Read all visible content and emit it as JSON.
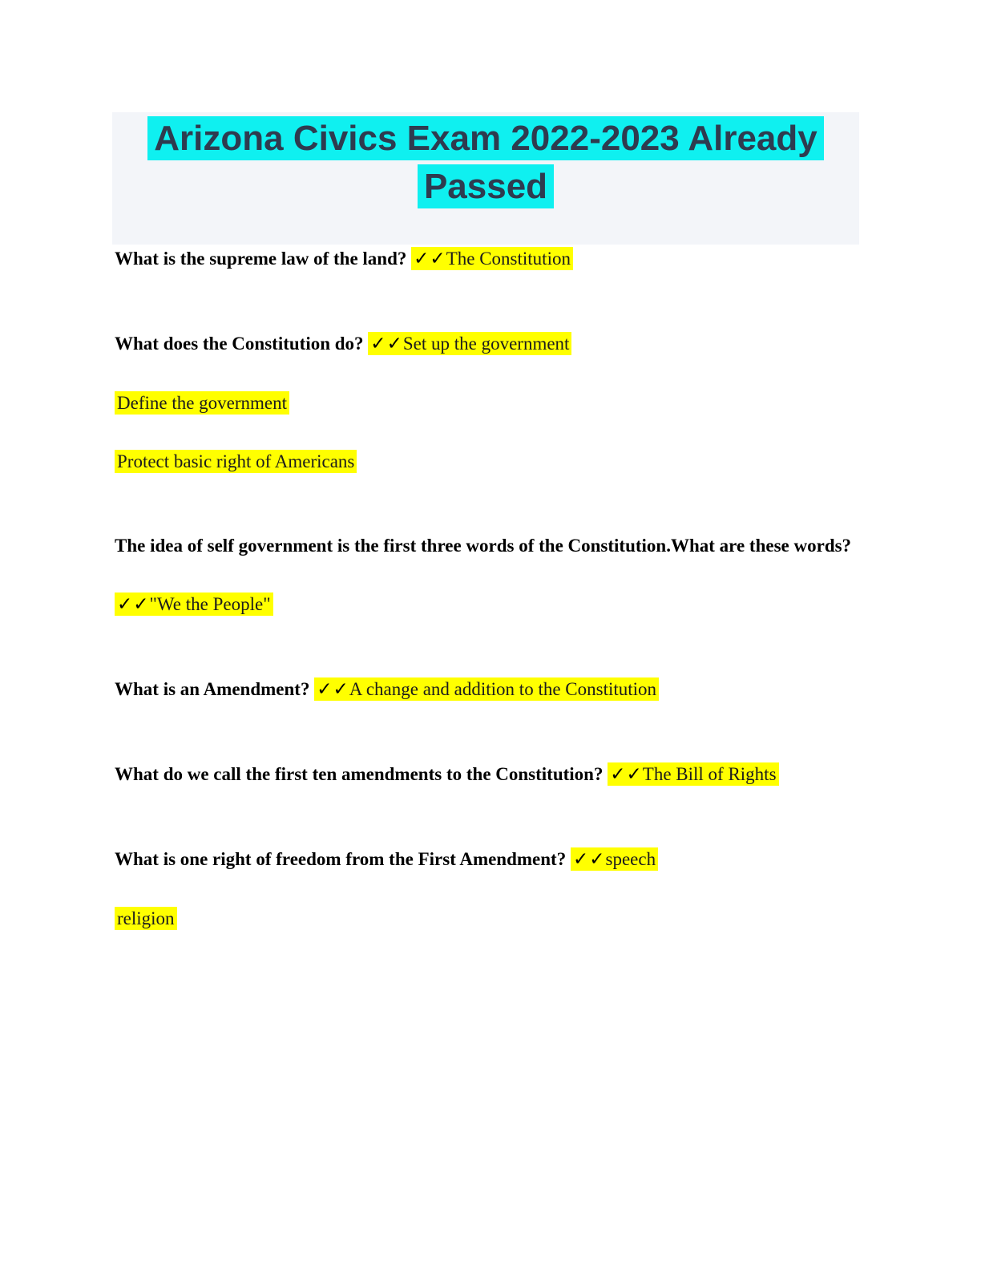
{
  "banner": {
    "title": "Arizona Civics Exam 2022-2023 Already Passed",
    "band_color": "#f3f5f9",
    "highlight_color": "#0ff0f0",
    "title_text_color": "#2e3b4f"
  },
  "marks": {
    "double_check": "✓✓"
  },
  "colors": {
    "answer_highlight": "#ffff00",
    "question_text": "#000000",
    "answer_text": "#1c1c1c"
  },
  "qa": [
    {
      "question": "What is the supreme law of the land?",
      "inline_answer": "The Constitution"
    },
    {
      "question": "What does the Constitution do?",
      "inline_answer": "Set up the government",
      "more_answers": [
        "Define the government",
        "Protect basic right of Americans"
      ]
    },
    {
      "question": "The idea of self government is the first three words of the Constitution.What are these words?",
      "block_answer": "\"We the People\""
    },
    {
      "question": "What is an Amendment?",
      "inline_answer": "A change and addition to the Constitution"
    },
    {
      "question": "What do we call the first ten amendments to the Constitution?",
      "inline_answer": "The Bill of Rights"
    },
    {
      "question": "What is one right of freedom from the First Amendment?",
      "inline_answer": "speech",
      "more_answers": [
        "religion"
      ]
    }
  ]
}
